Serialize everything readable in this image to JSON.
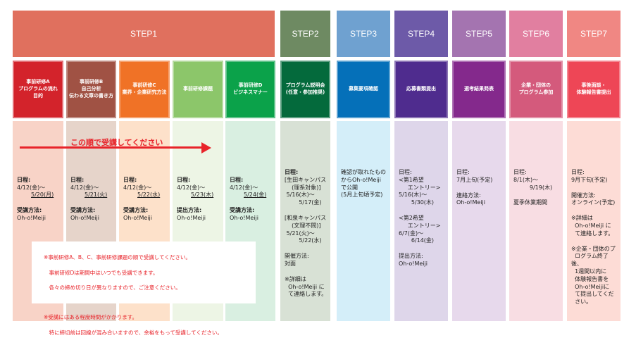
{
  "steps": [
    {
      "label": "STEP1",
      "color": "#e0705e"
    },
    {
      "label": "STEP2",
      "color": "#6e8a62"
    },
    {
      "label": "STEP3",
      "color": "#6fa1d0"
    },
    {
      "label": "STEP4",
      "color": "#6d5aa8"
    },
    {
      "label": "STEP5",
      "color": "#a474b0"
    },
    {
      "label": "STEP6",
      "color": "#e17fa0"
    },
    {
      "label": "STEP7",
      "color": "#f08783"
    }
  ],
  "columns": [
    {
      "title": "事前研修A\nプログラムの流れ\n目的",
      "color": "#d3232b",
      "bg": "#f8d3c7",
      "date_label": "日程:",
      "date": "4/12(金)〜",
      "end": "5/20(月)",
      "method_label": "受講方法:",
      "method": "Oh-o!Meiji"
    },
    {
      "title": "事前研修B\n自己分析\n伝わる文章の書き方",
      "color": "#a05244",
      "bg": "#e6d4ca",
      "date_label": "日程:",
      "date": "4/12(金)〜",
      "end": "5/21(火)",
      "method_label": "受講方法:",
      "method": "Oh-o!Meiji"
    },
    {
      "title": "事前研修C\n業界・企業研究方法",
      "color": "#f07226",
      "bg": "#fde1ca",
      "date_label": "日程:",
      "date": "4/12(金)〜",
      "end": "5/22(水)",
      "method_label": "受講方法:",
      "method": "Oh-o!Meiji"
    },
    {
      "title": "事前研修課題",
      "color": "#8cc66a",
      "bg": "#edf5e5",
      "date_label": "日程:",
      "date": "4/12(金)〜",
      "end": "5/23(木)",
      "method_label": "提出方法:",
      "method": "Oh-o!Meiji"
    },
    {
      "title": "事前研修D\nビジネスマナー",
      "color": "#0ba24a",
      "bg": "#d9efe1",
      "date_label": "日程:",
      "date": "4/12(金)〜",
      "end": "5/24(金)",
      "method_label": "受講方法:",
      "method": "Oh-o!Meiji"
    }
  ],
  "step2": {
    "title": "プログラム説明会\n(任意・参加推奨)",
    "color": "#046a3c",
    "bg": "#d8e1d5",
    "body": [
      "日程:",
      "[生田キャンパス\n    (理系対象)]\n 5/16(木)〜\n        5/17(金)",
      "[和泉キャンパス\n    (文理不問)]\n 5/21(火)〜\n        5/22(水)",
      "開催方法:\n対面",
      "※詳細は\n  Oh-o!Meiji に\n  て連絡します。"
    ]
  },
  "step3": {
    "title": "募集要項確認",
    "color": "#0570b9",
    "bg": "#d4eef9",
    "body": [
      "確認が取れたもの\nからOh-o!Meiji\nで公開\n(5月上旬頃予定)"
    ]
  },
  "step4": {
    "title": "応募書類提出",
    "color": "#4f2c8e",
    "bg": "#ded6ea",
    "body": [
      "日程:\n<第1希望\n     エントリー>\n5/16(木)〜\n       5/30(木)",
      "<第2希望\n     エントリー>\n6/7(金)〜\n       6/14(金)",
      "提出方法:\nOh-o!Meiji"
    ]
  },
  "step5": {
    "title": "選考結果発表",
    "color": "#84298c",
    "bg": "#e7d9ec",
    "body": [
      "日程:\n7月上旬(予定)",
      "連絡方法:\nOh-o!Meiji"
    ]
  },
  "step6": {
    "title": "企業・団体の\nプログラム参加",
    "color": "#d45a7c",
    "bg": "#f8dde3",
    "body": [
      "日程:\n8/1(木)〜\n         9/19(木)",
      "夏季休業期間"
    ]
  },
  "step7": {
    "title": "事後面談・\n体験報告書提出",
    "color": "#ee4656",
    "bg": "#fddcd6",
    "body": [
      "日程:\n9月下旬(予定)",
      "開催方法:\nオンライン(予定)",
      "※詳細は\n  Oh-o!Meiji に\n  て連絡します。",
      "※企業・団体のプ\n  ログラム終了後、\n  1週間以内に\n  体験報告書を\n  Oh-o!Meijiに\n  て提出してくだ\n  さい。"
    ]
  },
  "arrow_text": "この順で受講してください",
  "notice": [
    "※事前研修A、B、C、事前研修課題の順で受講してください。",
    "　事前研修Dは期間中はいつでも受講できます。",
    "　各々の締め切り日が異なりますので、ご注意ください。",
    "",
    "※受講にはある程度時間がかかります。",
    "　特に締切前は回線が混み合いますので、余裕をもって受講してください。"
  ]
}
